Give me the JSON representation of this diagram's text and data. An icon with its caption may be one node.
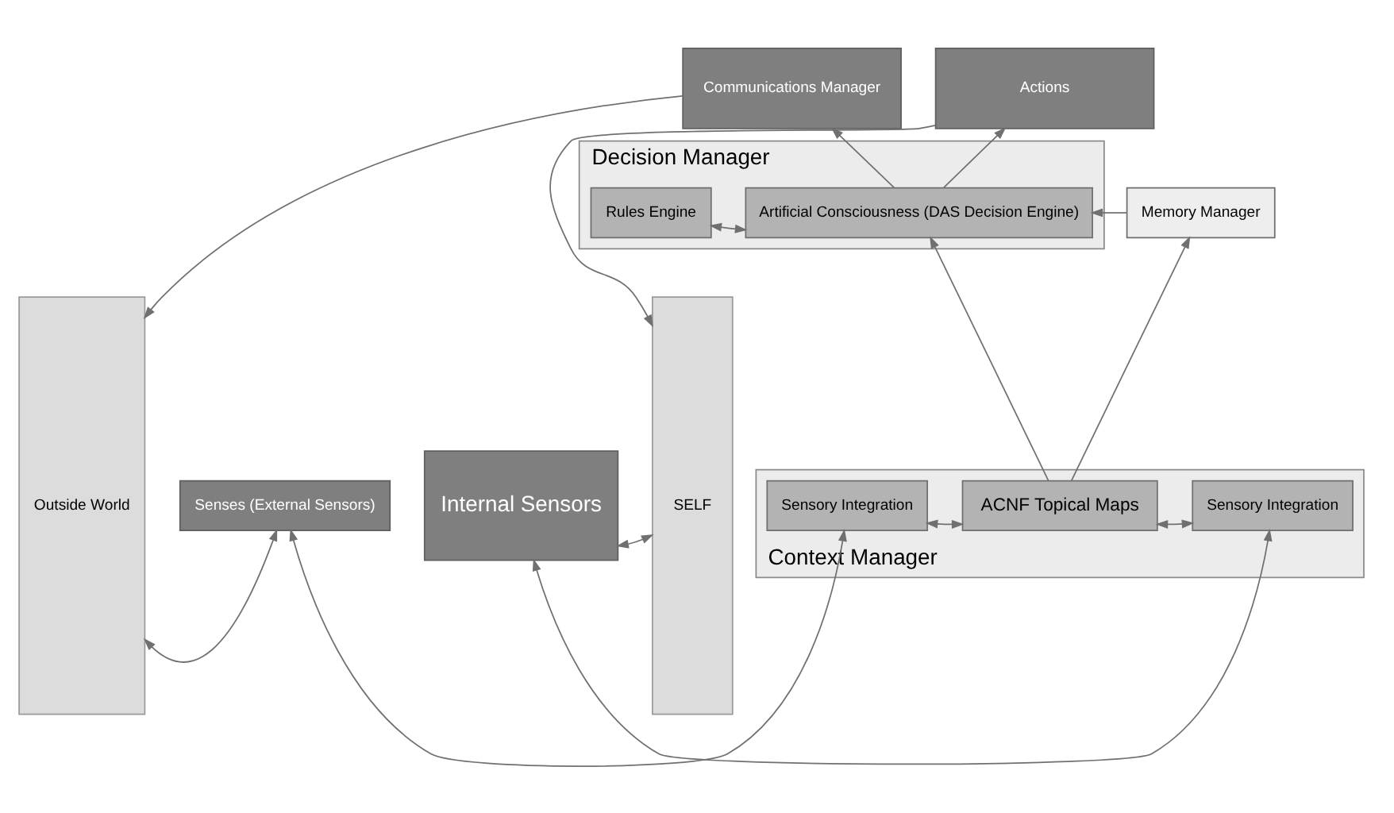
{
  "diagram": {
    "nodes": [
      {
        "text": [
          "Outside World"
        ]
      },
      {
        "text": [
          "Communications Manager"
        ]
      },
      {
        "text": [
          "Actions"
        ]
      },
      {
        "text": [
          "Decision Manager"
        ]
      },
      {
        "text": [
          "Rules Engine"
        ],
        "in": 3
      },
      {
        "text": [
          "Artificial Consciousness (DAS Decision Engine)"
        ],
        "in": 3
      },
      {
        "text": [
          "Memory Manager"
        ]
      },
      {
        "text": [
          "Context Manager"
        ]
      },
      {
        "text": [
          "Senses (External Sensors)"
        ]
      },
      {
        "text": [
          "Sensory Integration"
        ],
        "in": 7
      },
      {
        "text": [
          "ACNF Topical Maps"
        ],
        "in": 7
      },
      {
        "text": [
          "Sensory Integration"
        ],
        "in": 7
      },
      {
        "text": [
          "Internal Sensors"
        ]
      },
      {
        "text": [
          "SELF"
        ]
      }
    ],
    "edges": [
      {
        "from": 1,
        "to": 0,
        "arrow": "to"
      },
      {
        "from": 2,
        "to": 13,
        "arrow": "to"
      },
      {
        "from": 5,
        "to": 1,
        "arrow": "to"
      },
      {
        "from": 5,
        "to": 2,
        "arrow": "to"
      },
      {
        "from": 4,
        "to": 5,
        "arrow": "both"
      },
      {
        "from": 6,
        "to": 5,
        "arrow": "to"
      },
      {
        "from": 10,
        "to": 5,
        "arrow": "to"
      },
      {
        "from": 10,
        "to": 6,
        "arrow": "to"
      },
      {
        "from": 0,
        "to": 8,
        "arrow": "both"
      },
      {
        "from": 8,
        "to": 9,
        "arrow": "both"
      },
      {
        "from": 9,
        "to": 10,
        "arrow": "both"
      },
      {
        "from": 10,
        "to": 11,
        "arrow": "both"
      },
      {
        "from": 11,
        "to": 12,
        "arrow": "both"
      },
      {
        "from": 12,
        "to": 13,
        "arrow": "both"
      }
    ]
  }
}
